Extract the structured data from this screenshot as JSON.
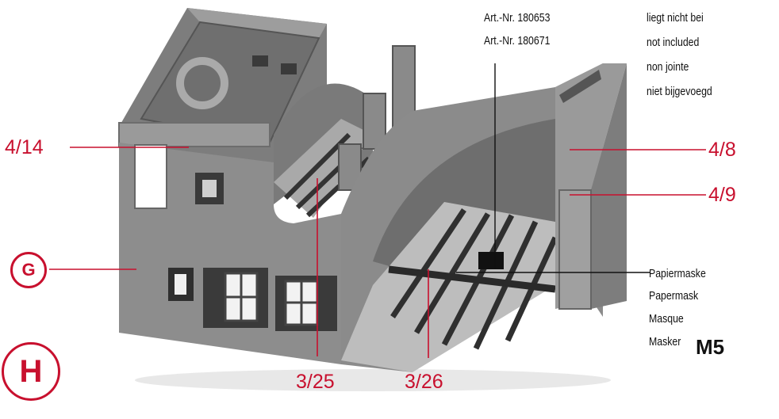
{
  "labels": {
    "l414": "4/14",
    "l48": "4/8",
    "l49": "4/9",
    "l325": "3/25",
    "l326": "3/26"
  },
  "markers": {
    "g": "G",
    "h": "H"
  },
  "art_numbers": [
    "Art.-Nr. 180653",
    "Art.-Nr. 180671"
  ],
  "not_included": [
    "liegt nicht bei",
    "not included",
    "non jointe",
    "niet bijgevoegd"
  ],
  "paper_mask": [
    "Papiermaske",
    "Papermask",
    "Masque",
    "Masker"
  ],
  "model_code": "M5",
  "colors": {
    "accent": "#c8102e",
    "wall": "#8f8f8f",
    "wall_dark": "#5a5a5a",
    "floor": "#b8b8b8"
  }
}
